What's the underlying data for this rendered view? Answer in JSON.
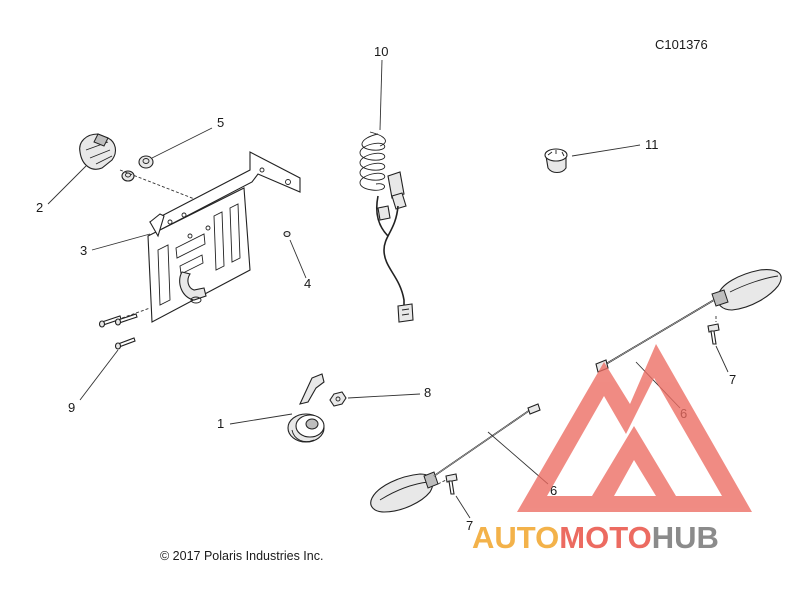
{
  "diagram": {
    "reference_code": "C101376",
    "copyright": "© 2017 Polaris Industries Inc.",
    "callouts": {
      "c1": "1",
      "c2": "2",
      "c3": "3",
      "c4": "4",
      "c5": "5",
      "c6a": "6",
      "c6b": "6",
      "c7a": "7",
      "c7b": "7",
      "c8": "8",
      "c9": "9",
      "c10": "10",
      "c11": "11"
    }
  },
  "watermark": {
    "part1": "AUTO",
    "part2": "MOTO",
    "part3": "HUB",
    "colors": {
      "auto": "#f3b24a",
      "moto": "#ec6b61",
      "hub": "#8b8b8b",
      "triangle": "#ec6b61"
    }
  }
}
